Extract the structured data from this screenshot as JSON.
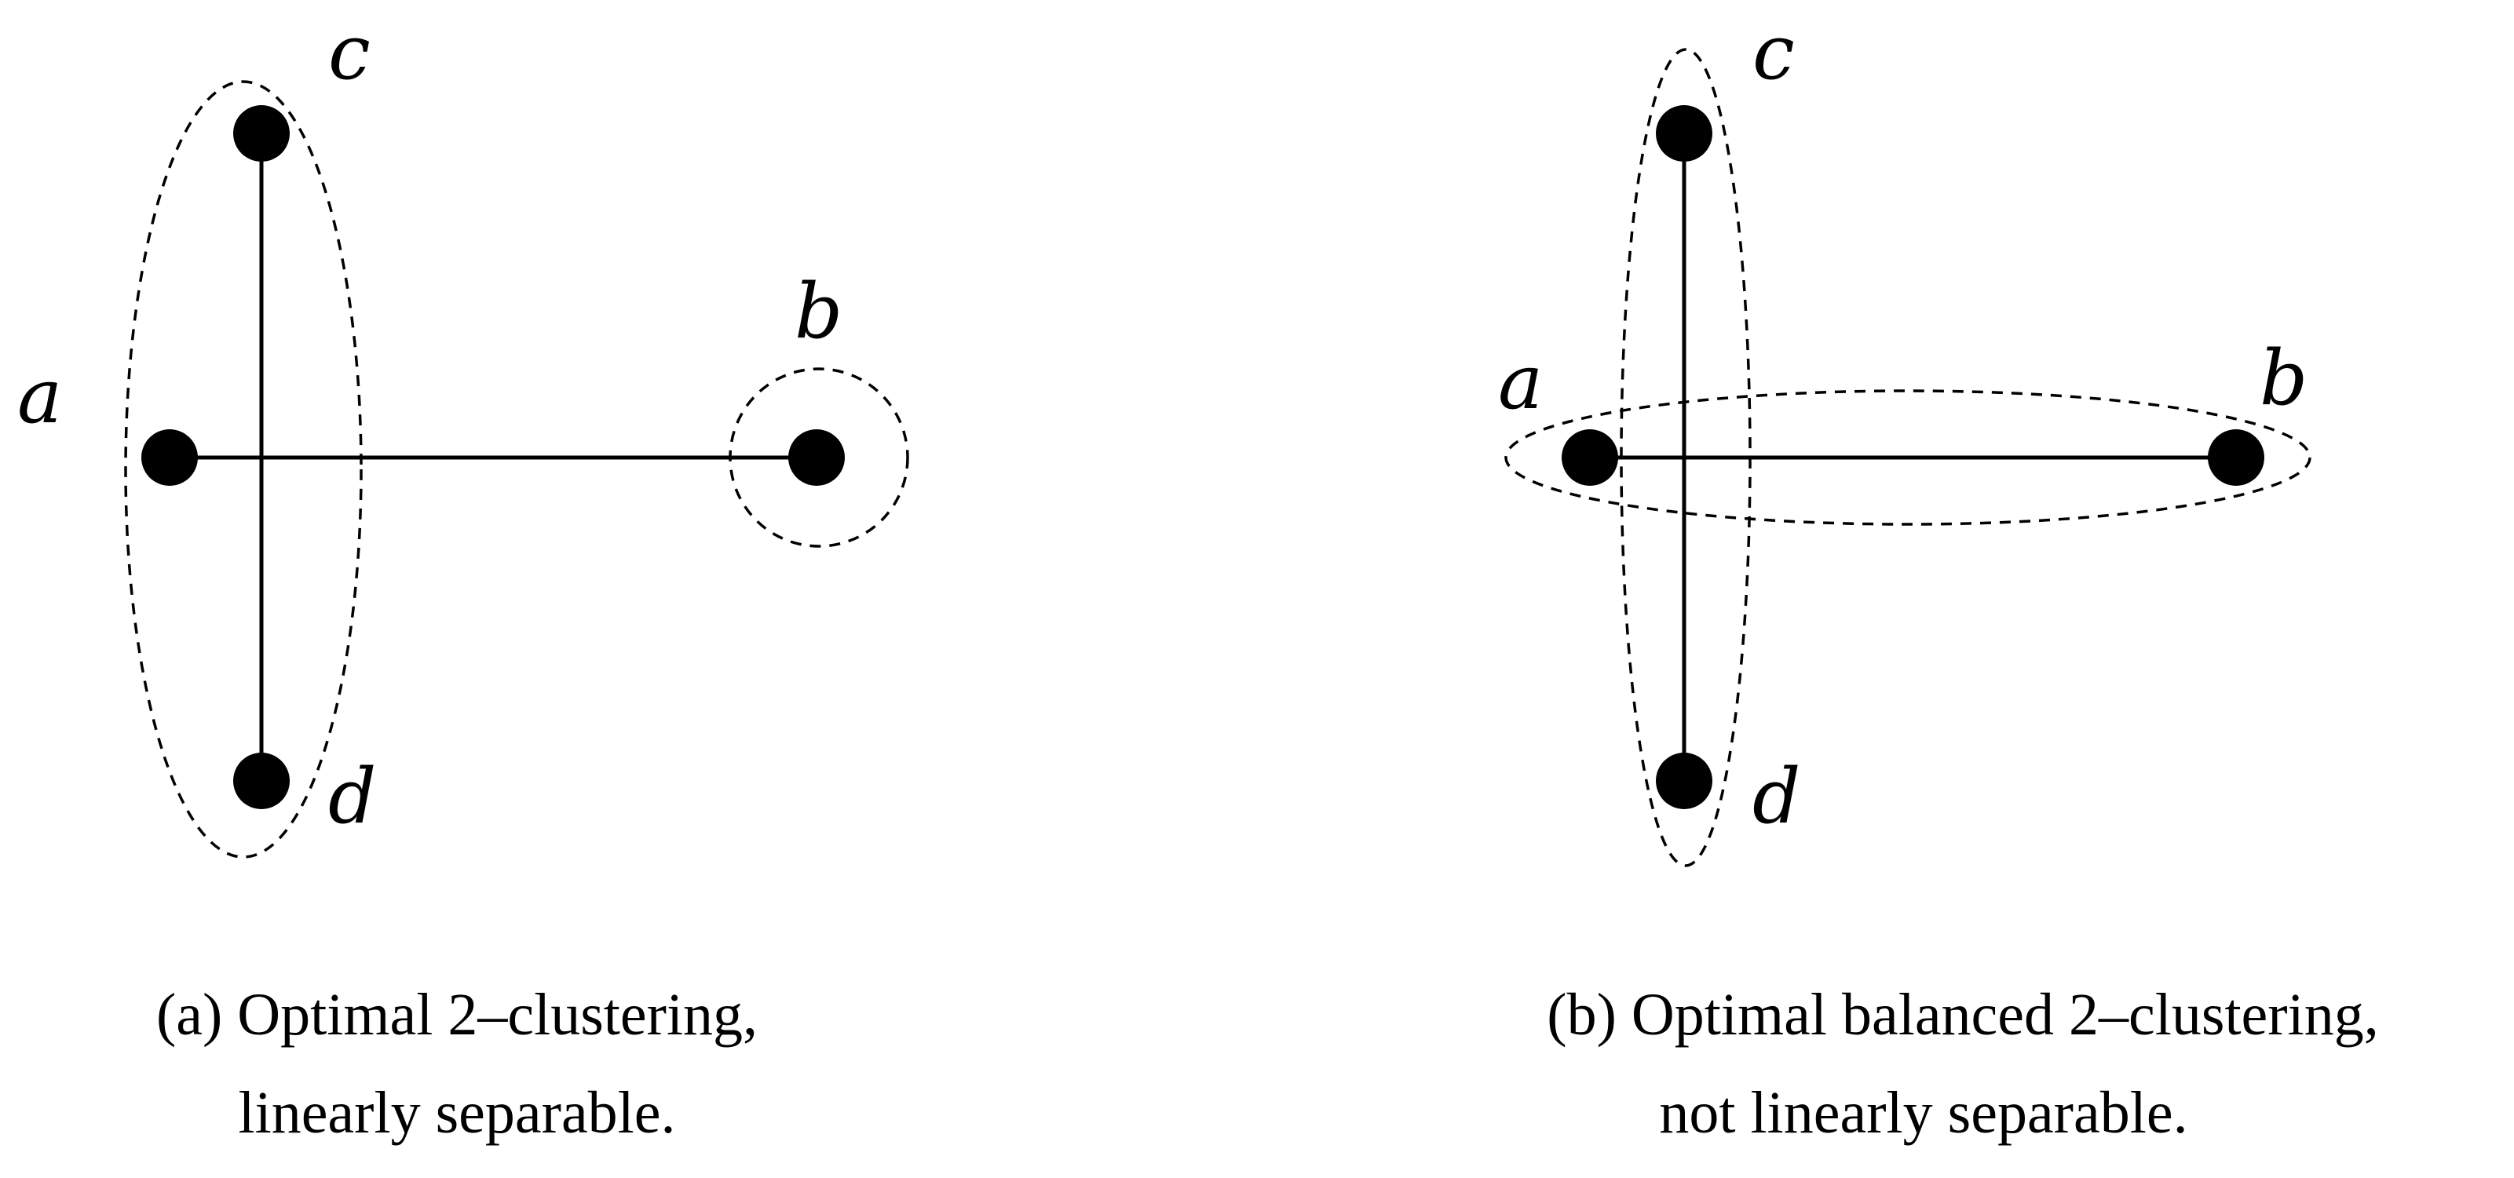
{
  "panels": [
    {
      "id": "a",
      "nodes": [
        "a",
        "b",
        "c",
        "d"
      ],
      "edges": [
        [
          "c",
          "d"
        ],
        [
          "a",
          "b"
        ]
      ],
      "clusters": [
        [
          "a",
          "c",
          "d"
        ],
        [
          "b"
        ]
      ],
      "caption": [
        "(a) Optimal 2–clustering,",
        "linearly separable."
      ]
    },
    {
      "id": "b",
      "nodes": [
        "a",
        "b",
        "c",
        "d"
      ],
      "edges": [
        [
          "c",
          "d"
        ],
        [
          "a",
          "b"
        ]
      ],
      "clusters": [
        [
          "c",
          "d"
        ],
        [
          "a",
          "b"
        ]
      ],
      "caption": [
        "(b) Optimal balanced 2–clustering,",
        "not linearly separable."
      ]
    }
  ]
}
